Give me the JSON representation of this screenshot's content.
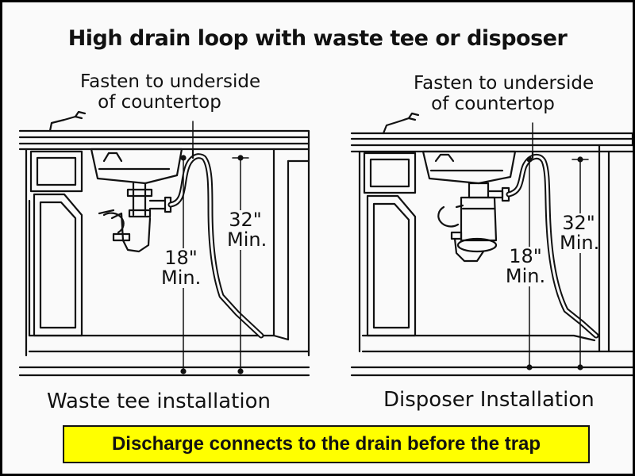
{
  "title": "High drain loop with waste tee or disposer",
  "left": {
    "fasten_line1": "Fasten to underside",
    "fasten_line2": "of countertop",
    "min18_value": "18\"",
    "min18_unit": "Min.",
    "min32_value": "32\"",
    "min32_unit": "Min.",
    "caption": "Waste tee installation"
  },
  "right": {
    "fasten_line1": "Fasten to underside",
    "fasten_line2": "of countertop",
    "min18_value": "18\"",
    "min18_unit": "Min.",
    "min32_value": "32\"",
    "min32_unit": "Min.",
    "caption": "Disposer Installation"
  },
  "note": "Discharge connects to the drain before the trap",
  "colors": {
    "note_bg": "#ffff00",
    "ink": "#111111",
    "paper": "#fafafa",
    "border": "#000000"
  }
}
